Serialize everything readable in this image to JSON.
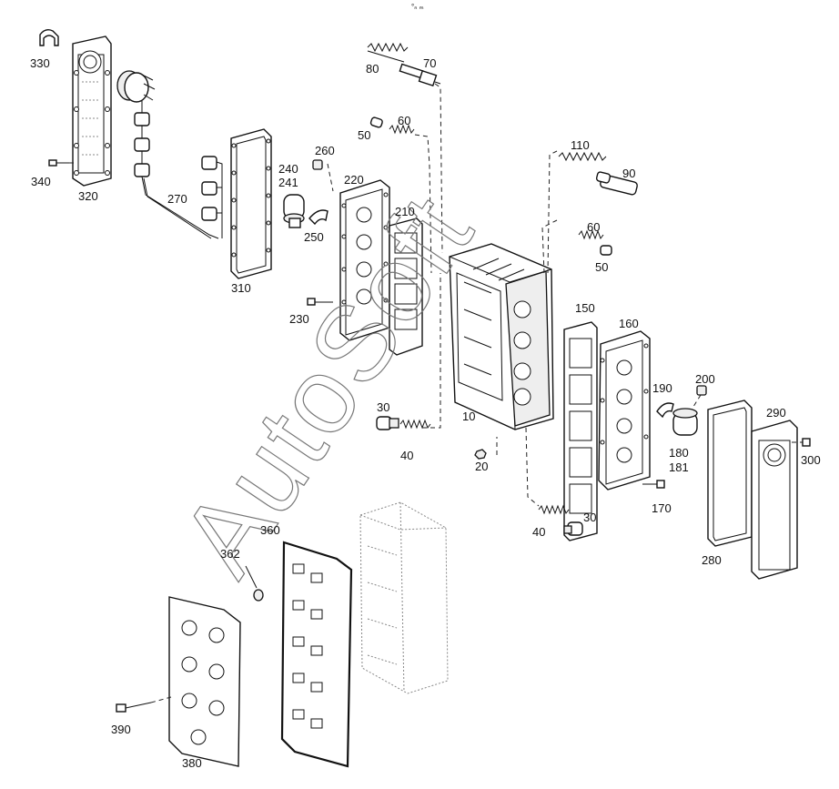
{
  "watermark": "AutoSoft",
  "top_mark": "°ₙ ₘ",
  "callouts": [
    {
      "id": "330",
      "text": "330"
    },
    {
      "id": "340",
      "text": "340"
    },
    {
      "id": "320",
      "text": "320"
    },
    {
      "id": "270",
      "text": "270"
    },
    {
      "id": "310",
      "text": "310"
    },
    {
      "id": "80",
      "text": "80"
    },
    {
      "id": "70",
      "text": "70"
    },
    {
      "id": "60a",
      "text": "60"
    },
    {
      "id": "50a",
      "text": "50"
    },
    {
      "id": "260",
      "text": "260"
    },
    {
      "id": "240",
      "text": "240"
    },
    {
      "id": "241",
      "text": "241"
    },
    {
      "id": "220",
      "text": "220"
    },
    {
      "id": "210",
      "text": "210"
    },
    {
      "id": "250",
      "text": "250"
    },
    {
      "id": "230",
      "text": "230"
    },
    {
      "id": "110",
      "text": "110"
    },
    {
      "id": "90",
      "text": "90"
    },
    {
      "id": "60b",
      "text": "60"
    },
    {
      "id": "50b",
      "text": "50"
    },
    {
      "id": "150",
      "text": "150"
    },
    {
      "id": "160",
      "text": "160"
    },
    {
      "id": "190",
      "text": "190"
    },
    {
      "id": "200",
      "text": "200"
    },
    {
      "id": "290",
      "text": "290"
    },
    {
      "id": "300",
      "text": "300"
    },
    {
      "id": "180",
      "text": "180"
    },
    {
      "id": "181",
      "text": "181"
    },
    {
      "id": "170",
      "text": "170"
    },
    {
      "id": "280",
      "text": "280"
    },
    {
      "id": "30a",
      "text": "30"
    },
    {
      "id": "10",
      "text": "10"
    },
    {
      "id": "40a",
      "text": "40"
    },
    {
      "id": "20",
      "text": "20"
    },
    {
      "id": "40b",
      "text": "40"
    },
    {
      "id": "30b",
      "text": "30"
    },
    {
      "id": "360",
      "text": "360"
    },
    {
      "id": "362",
      "text": "362"
    },
    {
      "id": "390",
      "text": "390"
    },
    {
      "id": "380",
      "text": "380"
    }
  ]
}
